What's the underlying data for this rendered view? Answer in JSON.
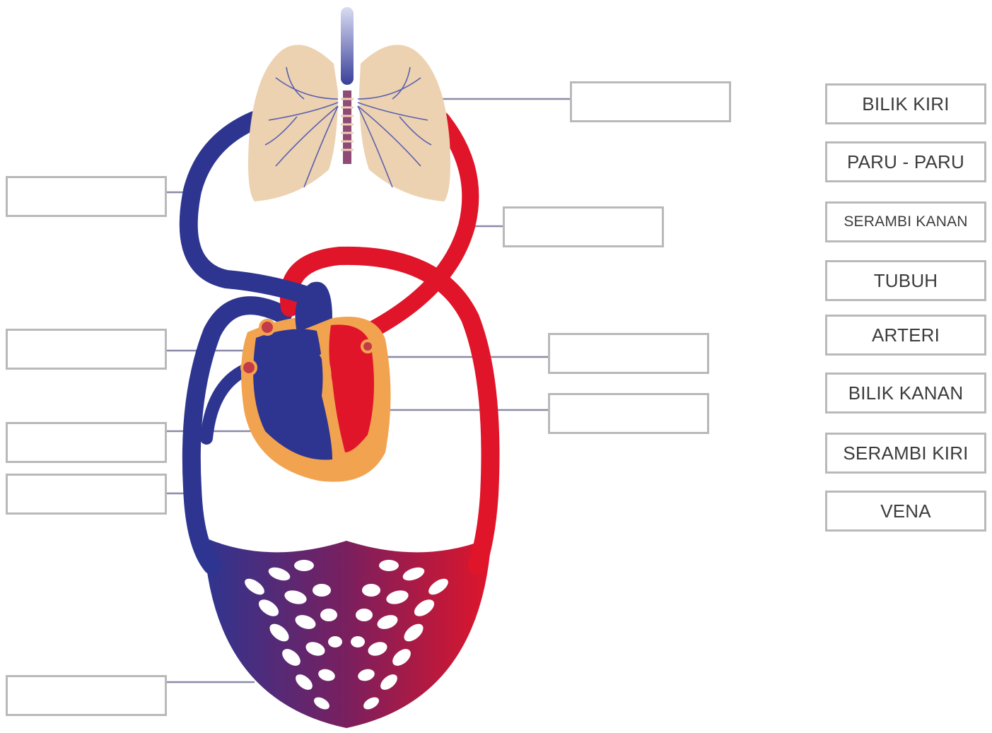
{
  "colors": {
    "vein_blue": "#2e3590",
    "artery_red": "#e0152a",
    "lung_tan": "#ecd2b0",
    "heart_orange": "#f2a34f",
    "box_border": "#b9b9b9",
    "text": "#3c3c3c"
  },
  "answer_boxes": [
    {
      "name": "answer-box-lungs",
      "value": ""
    },
    {
      "name": "answer-box-vein-upper-left",
      "value": ""
    },
    {
      "name": "answer-box-artery-upper-right",
      "value": ""
    },
    {
      "name": "answer-box-right-atrium",
      "value": ""
    },
    {
      "name": "answer-box-left-atrium",
      "value": ""
    },
    {
      "name": "answer-box-left-ventricle",
      "value": ""
    },
    {
      "name": "answer-box-right-ventricle",
      "value": ""
    },
    {
      "name": "answer-box-vein-lower-left",
      "value": ""
    },
    {
      "name": "answer-box-body",
      "value": ""
    }
  ],
  "word_bank": [
    "BILIK KIRI",
    "PARU - PARU",
    "SERAMBI KANAN",
    "TUBUH",
    "ARTERI",
    "BILIK KANAN",
    "SERAMBI KIRI",
    "VENA"
  ],
  "icons": [
    "lungs-icon",
    "heart-icon",
    "capillary-bed-icon"
  ]
}
